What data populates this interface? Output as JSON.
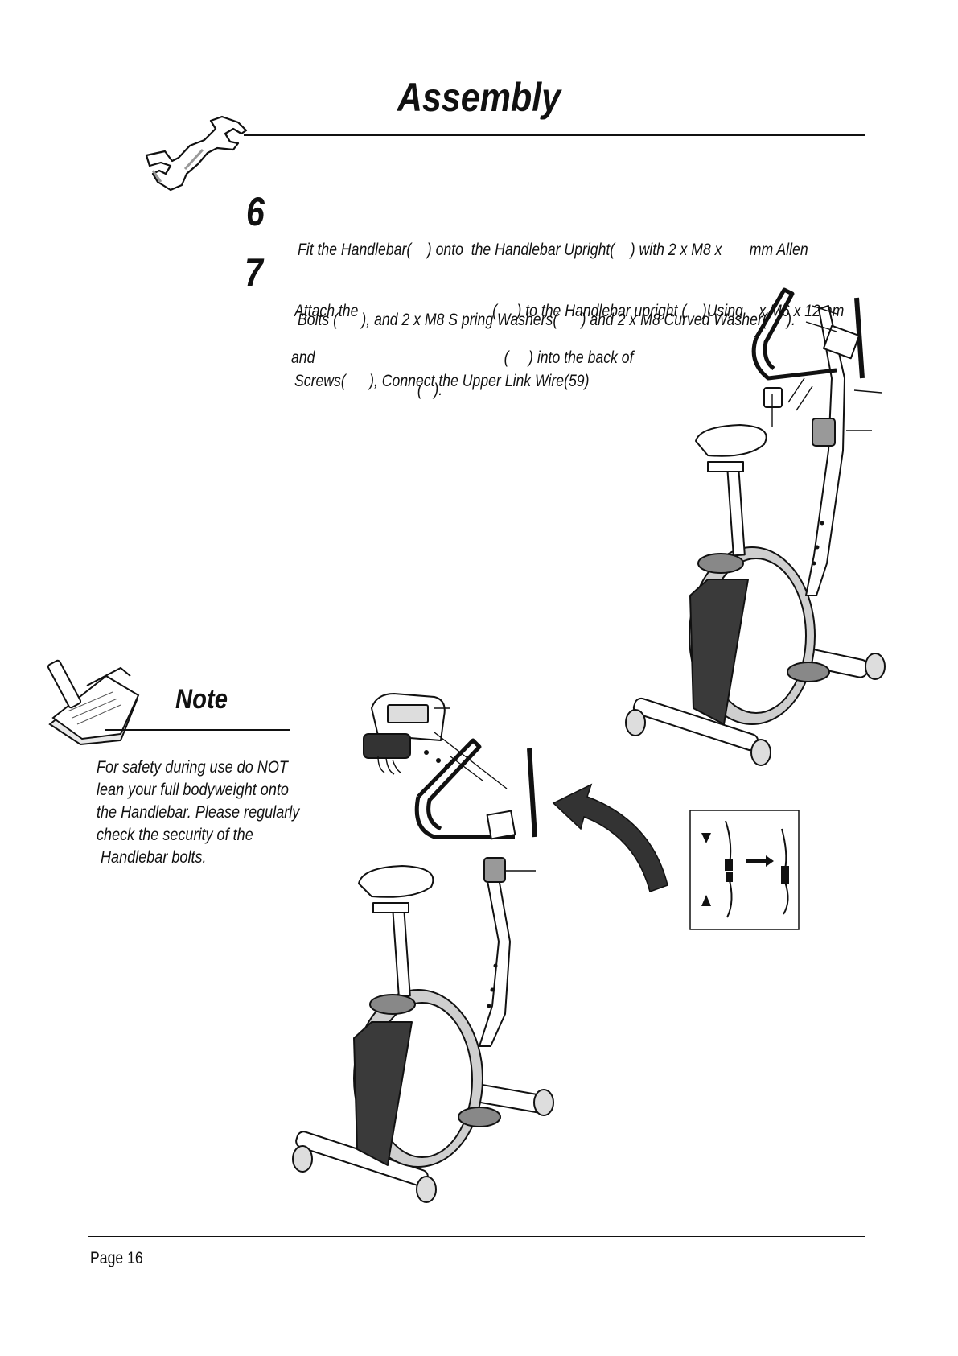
{
  "header": {
    "title": "Assembly",
    "icon": "wrench-icon"
  },
  "steps": [
    {
      "number": "6",
      "lines": [
        "Fit the Handlebar(    ) onto  the Handlebar Upright(    ) with 2 x M8 x       mm Allen",
        "Bolts (      ), and 2 x M8 S pring Washers(      ) and 2 x M8 Curved Washer(     )."
      ]
    },
    {
      "number": "7",
      "lines": [
        "Attach the                                  (     ) to the Handlebar upright (    )Using    x M6 x 12mm",
        "Screws(      ), Connect the Upper Link Wire(59)",
        "and                                                (     ) into the back of",
        "                                (   )."
      ]
    }
  ],
  "note": {
    "heading": "Note",
    "icon": "notepad-icon",
    "lines": [
      "For safety during use do NOT",
      "lean your full bodyweight onto",
      "the Handlebar. Please regularly",
      "check the security of the",
      " Handlebar bolts."
    ]
  },
  "figures": {
    "bike_top": "exercise-bike-illustration",
    "bike_bottom": "exercise-bike-illustration",
    "arrow": "curved-arrow-icon",
    "wire_detail": "wire-connection-detail"
  },
  "footer": {
    "page": "Page 16"
  }
}
